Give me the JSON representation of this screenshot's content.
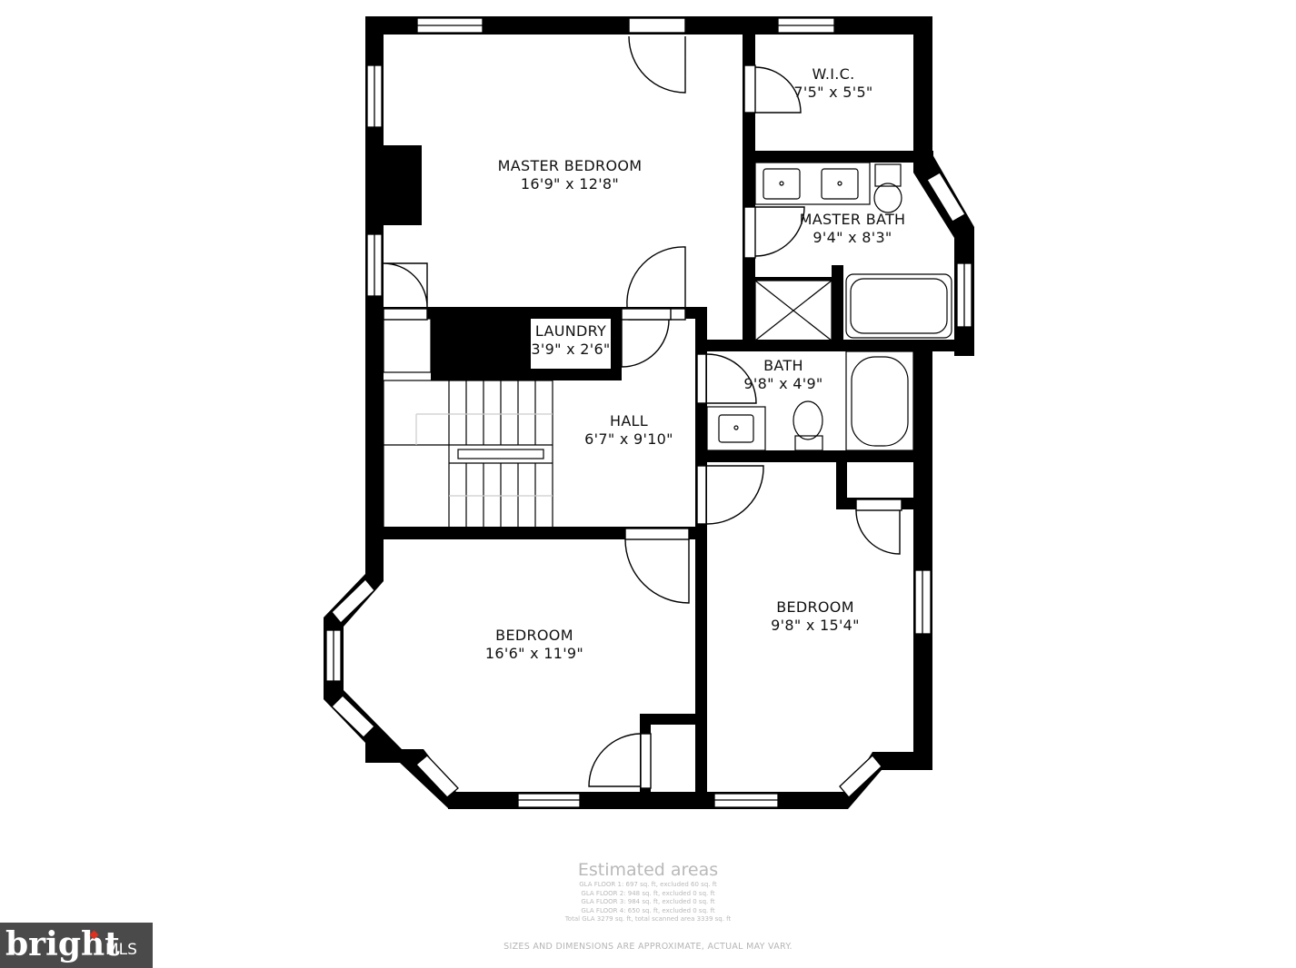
{
  "rooms": [
    {
      "key": "master_bedroom",
      "name": "MASTER BEDROOM",
      "dims": "16'9\" x 12'8\""
    },
    {
      "key": "wic",
      "name": "W.I.C.",
      "dims": "7'5\" x 5'5\""
    },
    {
      "key": "master_bath",
      "name": "MASTER BATH",
      "dims": "9'4\" x 8'3\""
    },
    {
      "key": "laundry",
      "name": "LAUNDRY",
      "dims": "3'9\" x 2'6\""
    },
    {
      "key": "bath",
      "name": "BATH",
      "dims": "9'8\" x 4'9\""
    },
    {
      "key": "hall",
      "name": "HALL",
      "dims": "6'7\" x 9'10\""
    },
    {
      "key": "bedroom_left",
      "name": "BEDROOM",
      "dims": "16'6\" x 11'9\""
    },
    {
      "key": "bedroom_right",
      "name": "BEDROOM",
      "dims": "9'8\" x 15'4\""
    }
  ],
  "estimated_areas": {
    "title": "Estimated areas",
    "lines": [
      "GLA FLOOR 1: 697 sq. ft, excluded 60 sq. ft",
      "GLA FLOOR 2: 948 sq. ft, excluded 0 sq. ft",
      "GLA FLOOR 3: 984 sq. ft, excluded 0 sq. ft",
      "GLA FLOOR 4: 650 sq. ft, excluded 0 sq. ft",
      "Total GLA 3279 sq. ft, total scanned area 3339 sq. ft"
    ]
  },
  "disclaimer": "SIZES AND DIMENSIONS ARE APPROXIMATE, ACTUAL MAY VARY.",
  "brand": {
    "word": "bright",
    "suffix": "MLS",
    "accent_color": "#e0301e"
  },
  "colors": {
    "wall": "#000000",
    "background": "#ffffff",
    "muted_text": "#b9b9b9"
  }
}
